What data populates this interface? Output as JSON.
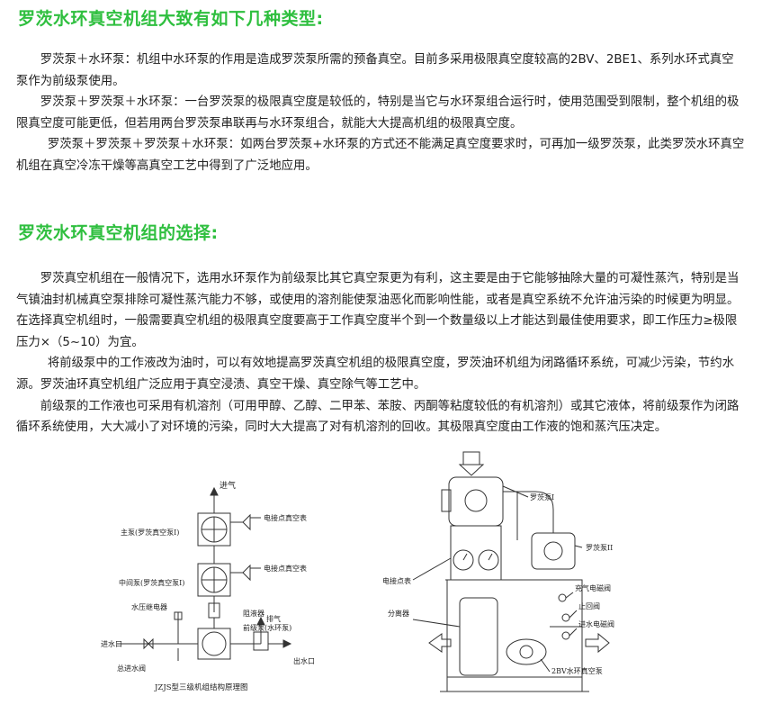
{
  "section1": {
    "title": "罗茨水环真空机组大致有如下几种类型:",
    "paragraphs": [
      "罗茨泵＋水环泵：机组中水环泵的作用是造成罗茨泵所需的预备真空。目前多采用极限真空度较高的2BV、2BE1、系列水环式真空泵作为前级泵使用。",
      "罗茨泵＋罗茨泵＋水环泵：一台罗茨泵的极限真空度是较低的，特别是当它与水环泵组合运行时，使用范围受到限制，整个机组的极限真空度可能更低，但若用两台罗茨泵串联再与水环泵组合，就能大大提高机组的极限真空度。",
      "罗茨泵＋罗茨泵＋罗茨泵＋水环泵：如两台罗茨泵+水环泵的方式还不能满足真空度要求时，可再加一级罗茨泵，此类罗茨水环真空机组在真空冷冻干燥等高真空工艺中得到了广泛地应用。"
    ]
  },
  "section2": {
    "title": "罗茨水环真空机组的选择:",
    "paragraphs": [
      "罗茨真空机组在一般情况下，选用水环泵作为前级泵比其它真空泵更为有利，这主要是由于它能够抽除大量的可凝性蒸汽，特别是当气镇油封机械真空泵排除可凝性蒸汽能力不够，或使用的溶剂能使泵油恶化而影响性能，或者是真空系统不允许油污染的时候更为明显。在选择真空机组时，一般需要真空机组的极限真空度要高于工作真空度半个到一个数量级以上才能达到最佳使用要求，即工作压力≥极限压力×（5~10）为宜。",
      "将前级泵中的工作液改为油时，可以有效地提高罗茨真空机组的极限真空度，罗茨油环机组为闭路循环系统，可减少污染，节约水源。罗茨油环真空机组广泛应用于真空浸渍、真空干燥、真空除气等工艺中。",
      "前级泵的工作液也可采用有机溶剂（可用甲醇、乙醇、二甲苯、苯胺、丙酮等粘度较低的有机溶剂）或其它液体，将前级泵作为闭路循环系统使用，大大减小了对环境的污染，同时大大提高了对有机溶剂的回收。其极限真空度由工作液的饱和蒸汽压决定。"
    ]
  },
  "diagram_left": {
    "inlet": "进气",
    "gauge1": "电接点真空表",
    "main_pump": "主泵(罗茨真空泵I)",
    "gauge2": "电接点真空表",
    "mid_pump": "中间泵(罗茨真空泵I)",
    "liquid_stop": "阻液器",
    "pressure_relay": "水压继电器",
    "fore_pump": "前级泵(水环泵)",
    "exhaust": "排气",
    "water_in": "进水口",
    "main_valve": "总进水阀",
    "water_out": "出水口",
    "caption": "JZJS型三级机组结构原理图"
  },
  "diagram_right": {
    "roots1": "罗茨泵I",
    "roots2": "罗茨泵II",
    "gauge": "电接点表",
    "separator": "分离器",
    "solenoid_inflate": "充气电磁阀",
    "check_valve": "止回阀",
    "solenoid_water": "进水电磁阀",
    "water_ring": "2BV水环真空泵"
  }
}
